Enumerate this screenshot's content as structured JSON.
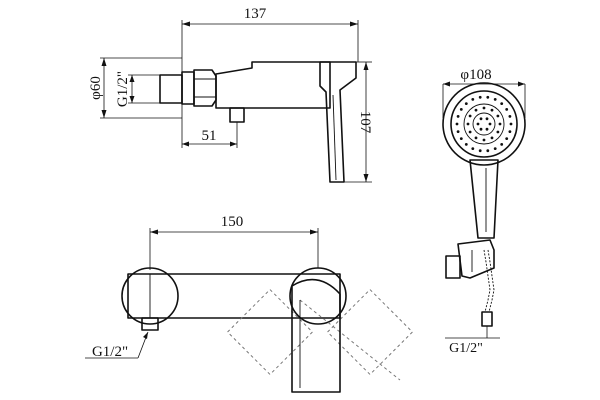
{
  "dimensions": {
    "side_width": "137",
    "side_diameter": "φ60",
    "side_thread": "G1/2\"",
    "side_offset": "51",
    "side_height": "107",
    "head_diameter": "φ108",
    "front_width": "150",
    "front_thread": "G1/2\"",
    "hose_thread": "G1/2\""
  }
}
